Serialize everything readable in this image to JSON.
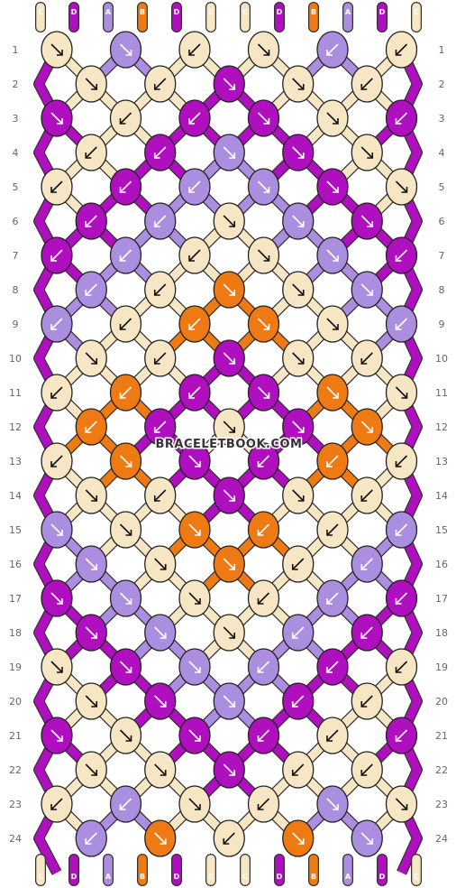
{
  "watermark": "BRACELETBOOK.COM",
  "colors": {
    "C": "#f6e6c4",
    "D": "#b00fbf",
    "A": "#ac8ee0",
    "B": "#ee7a14"
  },
  "strands_top": [
    "C",
    "D",
    "A",
    "B",
    "D",
    "C",
    "C",
    "D",
    "B",
    "A",
    "D",
    "C"
  ],
  "strands_bottom": [
    "C",
    "D",
    "A",
    "B",
    "D",
    "C",
    "C",
    "D",
    "B",
    "A",
    "D",
    "C"
  ],
  "rows": [
    {
      "num": "1",
      "knots": [
        [
          "C",
          "se"
        ],
        [
          "A",
          "se"
        ],
        [
          "C",
          "sw"
        ],
        [
          "C",
          "se"
        ],
        [
          "A",
          "sw"
        ],
        [
          "C",
          "sw"
        ]
      ]
    },
    {
      "num": "2",
      "knots": [
        [
          "C",
          "se"
        ],
        [
          "C",
          "sw"
        ],
        [
          "D",
          "se"
        ],
        [
          "C",
          "se"
        ],
        [
          "C",
          "sw"
        ]
      ]
    },
    {
      "num": "3",
      "knots": [
        [
          "D",
          "se"
        ],
        [
          "C",
          "sw"
        ],
        [
          "D",
          "sw"
        ],
        [
          "D",
          "se"
        ],
        [
          "C",
          "se"
        ],
        [
          "D",
          "sw"
        ]
      ]
    },
    {
      "num": "4",
      "knots": [
        [
          "C",
          "sw"
        ],
        [
          "D",
          "sw"
        ],
        [
          "A",
          "se"
        ],
        [
          "D",
          "se"
        ],
        [
          "C",
          "se"
        ]
      ]
    },
    {
      "num": "5",
      "knots": [
        [
          "C",
          "sw"
        ],
        [
          "D",
          "sw"
        ],
        [
          "A",
          "sw"
        ],
        [
          "A",
          "se"
        ],
        [
          "D",
          "se"
        ],
        [
          "C",
          "se"
        ]
      ]
    },
    {
      "num": "6",
      "knots": [
        [
          "D",
          "sw"
        ],
        [
          "A",
          "sw"
        ],
        [
          "C",
          "se"
        ],
        [
          "A",
          "se"
        ],
        [
          "D",
          "se"
        ]
      ]
    },
    {
      "num": "7",
      "knots": [
        [
          "D",
          "sw"
        ],
        [
          "A",
          "sw"
        ],
        [
          "C",
          "sw"
        ],
        [
          "C",
          "se"
        ],
        [
          "A",
          "se"
        ],
        [
          "D",
          "sw"
        ]
      ]
    },
    {
      "num": "8",
      "knots": [
        [
          "A",
          "sw"
        ],
        [
          "C",
          "sw"
        ],
        [
          "B",
          "se"
        ],
        [
          "C",
          "se"
        ],
        [
          "A",
          "se"
        ]
      ]
    },
    {
      "num": "9",
      "knots": [
        [
          "A",
          "sw"
        ],
        [
          "C",
          "sw"
        ],
        [
          "B",
          "sw"
        ],
        [
          "B",
          "se"
        ],
        [
          "C",
          "se"
        ],
        [
          "A",
          "sw"
        ]
      ]
    },
    {
      "num": "10",
      "knots": [
        [
          "C",
          "se"
        ],
        [
          "C",
          "sw"
        ],
        [
          "D",
          "se"
        ],
        [
          "C",
          "se"
        ],
        [
          "C",
          "sw"
        ]
      ]
    },
    {
      "num": "11",
      "knots": [
        [
          "C",
          "sw"
        ],
        [
          "B",
          "sw"
        ],
        [
          "D",
          "sw"
        ],
        [
          "D",
          "se"
        ],
        [
          "B",
          "se"
        ],
        [
          "C",
          "se"
        ]
      ]
    },
    {
      "num": "12",
      "knots": [
        [
          "B",
          "sw"
        ],
        [
          "D",
          "sw"
        ],
        [
          "C",
          "se"
        ],
        [
          "D",
          "se"
        ],
        [
          "B",
          "se"
        ]
      ]
    },
    {
      "num": "13",
      "knots": [
        [
          "C",
          "sw"
        ],
        [
          "B",
          "se"
        ],
        [
          "D",
          "se"
        ],
        [
          "D",
          "sw"
        ],
        [
          "B",
          "sw"
        ],
        [
          "C",
          "sw"
        ]
      ]
    },
    {
      "num": "14",
      "knots": [
        [
          "C",
          "se"
        ],
        [
          "C",
          "sw"
        ],
        [
          "D",
          "se"
        ],
        [
          "C",
          "se"
        ],
        [
          "C",
          "sw"
        ]
      ]
    },
    {
      "num": "15",
      "knots": [
        [
          "A",
          "se"
        ],
        [
          "C",
          "se"
        ],
        [
          "B",
          "se"
        ],
        [
          "B",
          "sw"
        ],
        [
          "C",
          "sw"
        ],
        [
          "A",
          "sw"
        ]
      ]
    },
    {
      "num": "16",
      "knots": [
        [
          "A",
          "se"
        ],
        [
          "C",
          "se"
        ],
        [
          "B",
          "se"
        ],
        [
          "C",
          "sw"
        ],
        [
          "A",
          "sw"
        ]
      ]
    },
    {
      "num": "17",
      "knots": [
        [
          "D",
          "se"
        ],
        [
          "A",
          "se"
        ],
        [
          "C",
          "se"
        ],
        [
          "C",
          "sw"
        ],
        [
          "A",
          "sw"
        ],
        [
          "D",
          "sw"
        ]
      ]
    },
    {
      "num": "18",
      "knots": [
        [
          "D",
          "se"
        ],
        [
          "A",
          "se"
        ],
        [
          "C",
          "se"
        ],
        [
          "A",
          "sw"
        ],
        [
          "D",
          "sw"
        ]
      ]
    },
    {
      "num": "19",
      "knots": [
        [
          "C",
          "se"
        ],
        [
          "D",
          "se"
        ],
        [
          "A",
          "se"
        ],
        [
          "A",
          "sw"
        ],
        [
          "D",
          "sw"
        ],
        [
          "C",
          "sw"
        ]
      ]
    },
    {
      "num": "20",
      "knots": [
        [
          "C",
          "se"
        ],
        [
          "D",
          "se"
        ],
        [
          "A",
          "se"
        ],
        [
          "D",
          "sw"
        ],
        [
          "C",
          "sw"
        ]
      ]
    },
    {
      "num": "21",
      "knots": [
        [
          "D",
          "se"
        ],
        [
          "C",
          "se"
        ],
        [
          "D",
          "se"
        ],
        [
          "D",
          "sw"
        ],
        [
          "C",
          "sw"
        ],
        [
          "D",
          "sw"
        ]
      ]
    },
    {
      "num": "22",
      "knots": [
        [
          "C",
          "se"
        ],
        [
          "C",
          "se"
        ],
        [
          "D",
          "se"
        ],
        [
          "C",
          "sw"
        ],
        [
          "C",
          "sw"
        ]
      ]
    },
    {
      "num": "23",
      "knots": [
        [
          "C",
          "sw"
        ],
        [
          "A",
          "sw"
        ],
        [
          "C",
          "se"
        ],
        [
          "C",
          "sw"
        ],
        [
          "A",
          "se"
        ],
        [
          "C",
          "se"
        ]
      ]
    },
    {
      "num": "24",
      "knots": [
        [
          "A",
          "sw"
        ],
        [
          "B",
          "se"
        ],
        [
          "C",
          "sw"
        ],
        [
          "B",
          "se"
        ],
        [
          "A",
          "se"
        ]
      ]
    }
  ]
}
